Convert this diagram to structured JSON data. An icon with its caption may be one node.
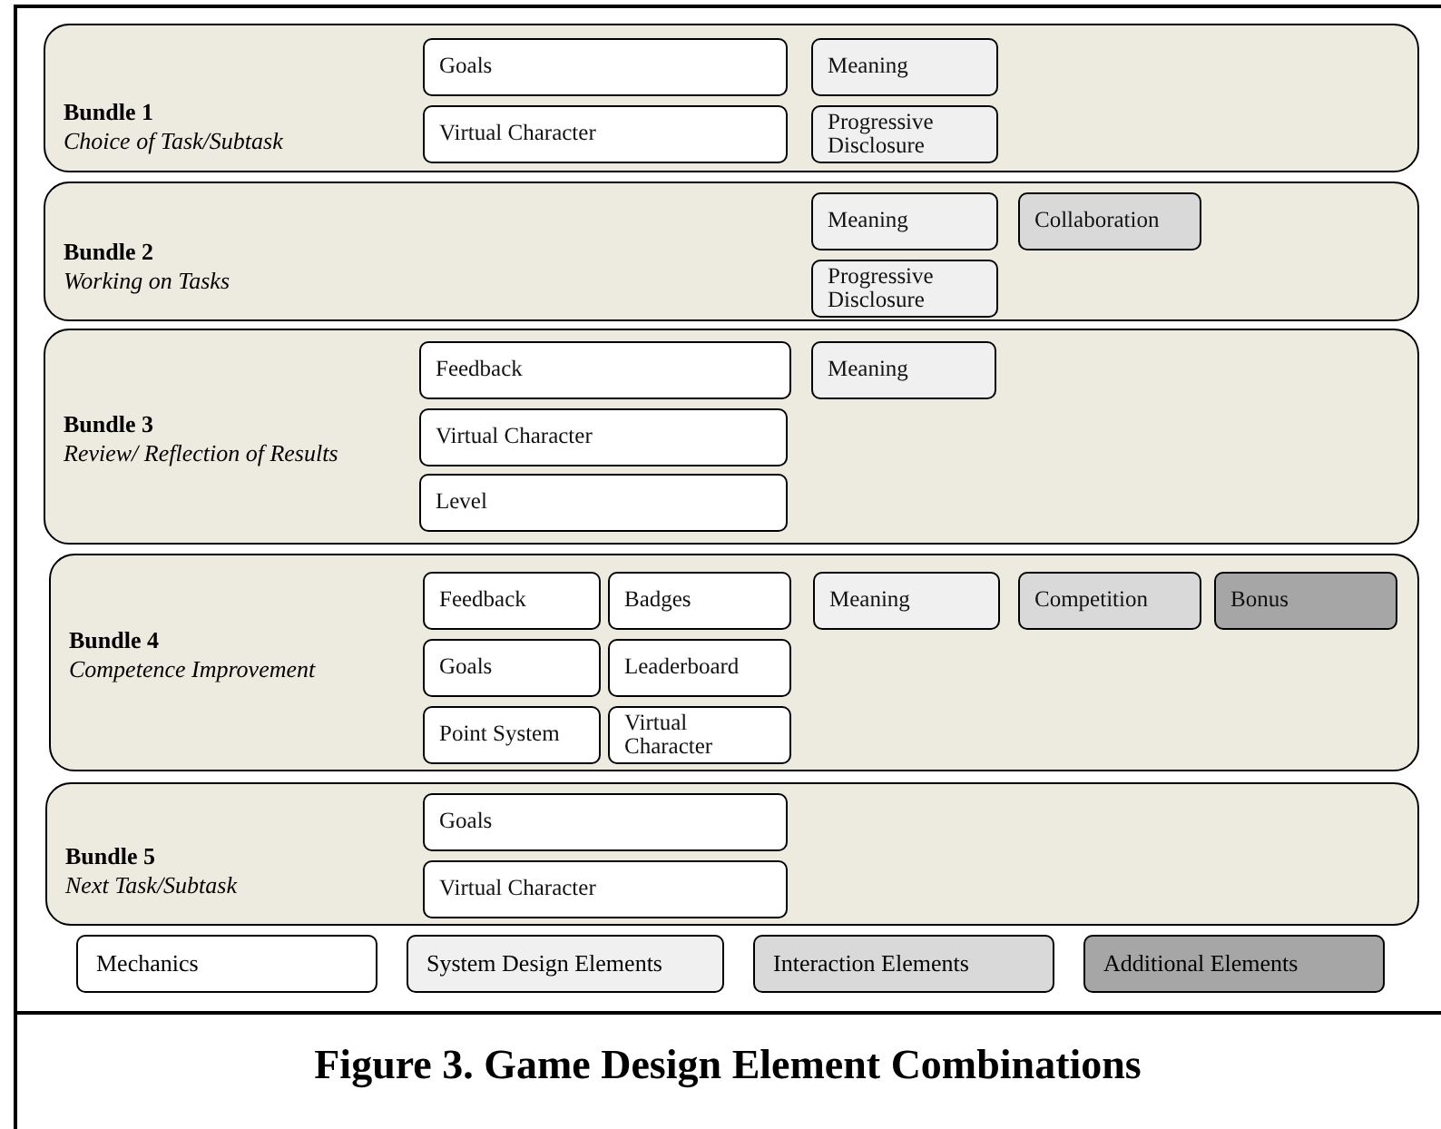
{
  "diagram": {
    "caption": "Figure 3. Game Design Element Combinations",
    "nodes": [
      {
        "text": [
          "Bundle 1",
          "Choice of Task/Subtask"
        ]
      },
      {
        "text": [
          "Goals"
        ],
        "in": 0
      },
      {
        "text": [
          "Meaning"
        ],
        "in": 0
      },
      {
        "text": [
          "Virtual Character"
        ],
        "in": 0
      },
      {
        "text": [
          "Progressive Disclosure"
        ],
        "in": 0
      },
      {
        "text": [
          "Bundle 2",
          "Working on Tasks"
        ]
      },
      {
        "text": [
          "Meaning"
        ],
        "in": 5
      },
      {
        "text": [
          "Collaboration"
        ],
        "in": 5
      },
      {
        "text": [
          "Progressive Disclosure"
        ],
        "in": 5
      },
      {
        "text": [
          "Bundle 3",
          "Review/ Reflection of Results"
        ]
      },
      {
        "text": [
          "Feedback"
        ],
        "in": 9
      },
      {
        "text": [
          "Meaning"
        ],
        "in": 9
      },
      {
        "text": [
          "Virtual Character"
        ],
        "in": 9
      },
      {
        "text": [
          "Level"
        ],
        "in": 9
      },
      {
        "text": [
          "Bundle 4",
          "Competence Improvement"
        ]
      },
      {
        "text": [
          "Feedback"
        ],
        "in": 14
      },
      {
        "text": [
          "Badges"
        ],
        "in": 14
      },
      {
        "text": [
          "Meaning"
        ],
        "in": 14
      },
      {
        "text": [
          "Competition"
        ],
        "in": 14
      },
      {
        "text": [
          "Bonus"
        ],
        "in": 14
      },
      {
        "text": [
          "Goals"
        ],
        "in": 14
      },
      {
        "text": [
          "Leaderboard"
        ],
        "in": 14
      },
      {
        "text": [
          "Point System"
        ],
        "in": 14
      },
      {
        "text": [
          "Virtual Character"
        ],
        "in": 14
      },
      {
        "text": [
          "Bundle 5",
          "Next Task/Subtask"
        ]
      },
      {
        "text": [
          "Goals"
        ],
        "in": 24
      },
      {
        "text": [
          "Virtual Character"
        ],
        "in": 24
      }
    ],
    "legend": [
      {
        "text": "Mechanics",
        "color": "#ffffff"
      },
      {
        "text": "System Design Elements",
        "color": "#f0f0f0"
      },
      {
        "text": "Interaction Elements",
        "color": "#d9d9d9"
      },
      {
        "text": "Additional Elements",
        "color": "#a6a6a6"
      }
    ]
  }
}
